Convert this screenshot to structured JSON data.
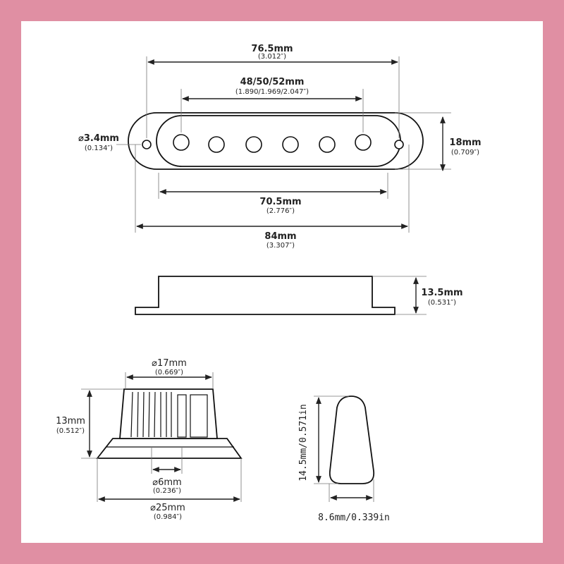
{
  "pickup_cover_top": {
    "pole_span_outer": {
      "metric": "76.5mm",
      "imperial": "(3.012″)"
    },
    "pole_span_inner": {
      "metric": "48/50/52mm",
      "imperial": "(1.890/1.969/2.047″)"
    },
    "mount_hole_diameter": {
      "metric": "⌀3.4mm",
      "imperial": "(0.134″)"
    },
    "width": {
      "metric": "18mm",
      "imperial": "(0.709″)"
    },
    "cover_length": {
      "metric": "70.5mm",
      "imperial": "(2.776″)"
    },
    "total_length": {
      "metric": "84mm",
      "imperial": "(3.307″)"
    }
  },
  "pickup_cover_side": {
    "height": {
      "metric": "13.5mm",
      "imperial": "(0.531″)"
    }
  },
  "knob": {
    "top_diameter": {
      "metric": "⌀17mm",
      "imperial": "(0.669″)"
    },
    "height": {
      "metric": "13mm",
      "imperial": "(0.512″)"
    },
    "shaft_diameter": {
      "metric": "⌀6mm",
      "imperial": "(0.236″)"
    },
    "base_diameter": {
      "metric": "⌀25mm",
      "imperial": "(0.984″)"
    }
  },
  "switch_tip": {
    "height": "14.5mm/0.571in",
    "width": "8.6mm/0.339in"
  }
}
